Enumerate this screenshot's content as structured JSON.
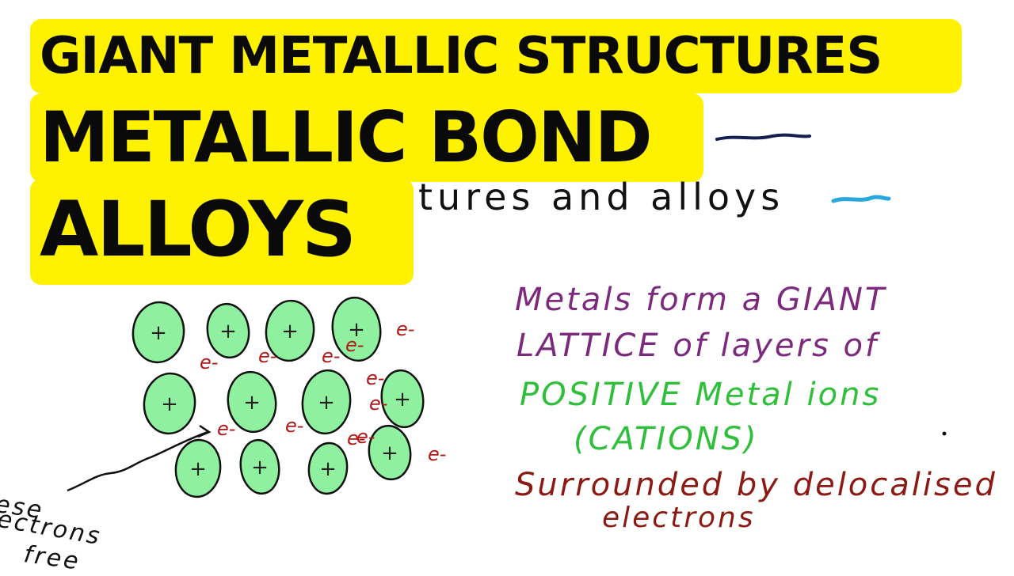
{
  "banners": {
    "line1": "GIANT METALLIC STRUCTURES",
    "line2": "METALLIC BOND",
    "line3": "ALLOYS"
  },
  "board": {
    "title_rest": "tures and alloys",
    "notes": [
      "Metals form a GIANT",
      "LATTICE of layers of",
      "POSITIVE Metal ions",
      "(CATIONS)",
      "Surrounded by delocalised",
      "electrons"
    ],
    "annotation": [
      "ese",
      "ectrons",
      "free"
    ],
    "ion_label": "+",
    "electron_label": "e-"
  },
  "colors": {
    "banner": "#fff200",
    "ion_fill": "#8ff0a0",
    "electron": "#b01818",
    "purple_text": "#7b2a7e",
    "green_text": "#2fbf3a",
    "red_text": "#8b1a14"
  }
}
